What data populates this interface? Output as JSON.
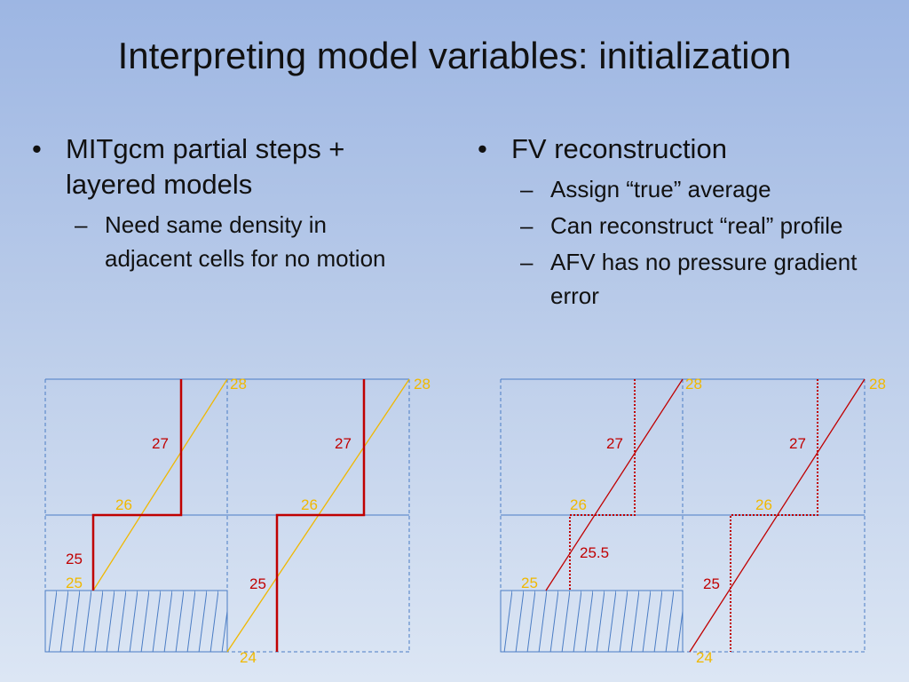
{
  "slide": {
    "title": "Interpreting model variables: initialization"
  },
  "left_column": {
    "bullet": "MITgcm partial steps + layered models",
    "subbullets": [
      "Need same density in adjacent cells for no motion"
    ]
  },
  "right_column": {
    "bullet": "FV reconstruction",
    "subbullets": [
      "Assign “true” average",
      "Can reconstruct “real” profile",
      "AFV has no pressure gradient error"
    ]
  },
  "markers": {
    "bullet": "•",
    "dash": "–"
  },
  "colors": {
    "grid_blue": "#4a7cc4",
    "step_red": "#c00000",
    "profile_yellow": "#f0b800",
    "text_dark": "#111111",
    "hatch_blue": "#4a7cc4"
  },
  "figure_left": {
    "labels": {
      "p1_top": "28",
      "p2_top": "28",
      "p1_upper_red": "27",
      "p2_upper_red": "27",
      "p1_mid_yellow": "26",
      "p2_mid_yellow": "26",
      "p1_lower_red": "25",
      "p1_low_yellow": "25",
      "p2_lower_red": "25",
      "p2_bottom": "24"
    }
  },
  "figure_right": {
    "labels": {
      "p1_top": "28",
      "p2_top": "28",
      "p1_upper_red": "27",
      "p2_upper_red": "27",
      "p1_mid_yellow": "26",
      "p2_mid_yellow": "26",
      "p1_partial_red": "25.5",
      "p1_low_yellow": "25",
      "p2_lower_red": "25",
      "p2_bottom": "24"
    }
  }
}
